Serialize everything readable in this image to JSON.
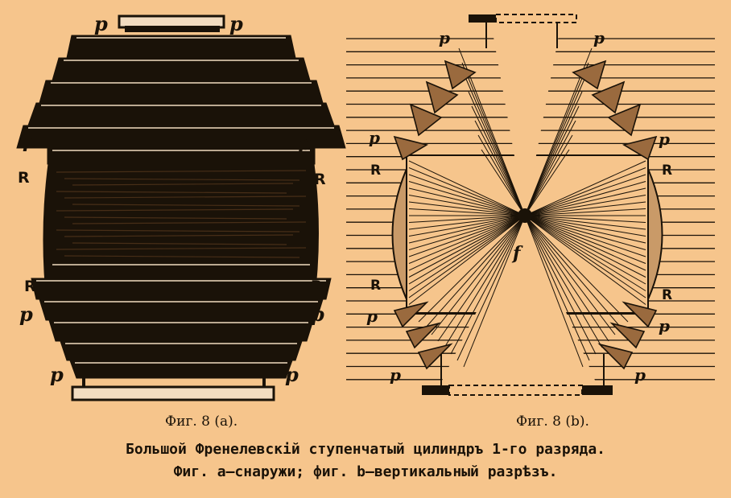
{
  "figure_a": {
    "caption": "Фиг. 8 (a).",
    "labels": {
      "p": "p",
      "R": "R"
    }
  },
  "figure_b": {
    "caption": "Фиг. 8 (b).",
    "labels": {
      "p": "p",
      "R": "R",
      "f": "f"
    }
  },
  "caption": {
    "title": "Большой Френелевскій ступенчатый цилиндръ 1-го разряда.",
    "subtitle": "Фиг. a—снаружи; фиг. b—вертикальный разрѣзъ."
  },
  "colors": {
    "background": "#f6c58c",
    "ink": "#1a1208"
  }
}
